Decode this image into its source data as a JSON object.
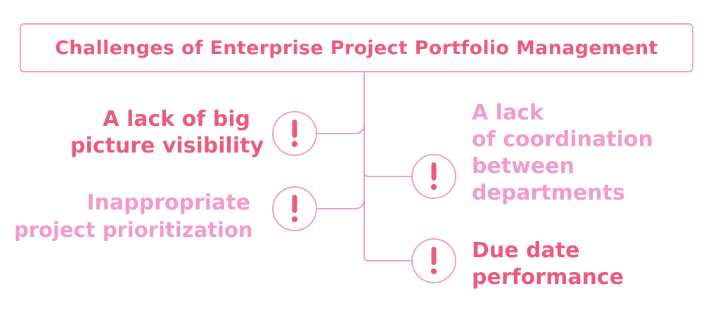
{
  "title": "Challenges of Enterprise Project Portfolio Management",
  "colors": {
    "accent_dark": "#eb5a7e",
    "accent_light": "#f29bcb",
    "line": "#f29bcb",
    "icon": "#eb5a7e"
  },
  "challenges": [
    {
      "lines": [
        "A lack of big",
        "picture visibility"
      ],
      "color": "#eb5a7e",
      "icon": "exclamation-icon"
    },
    {
      "lines": [
        "Inappropriate",
        "project prioritization"
      ],
      "color": "#f29bcb",
      "icon": "exclamation-icon"
    },
    {
      "lines": [
        "A lack",
        "of coordination",
        "between",
        "departments"
      ],
      "color": "#f29bcb",
      "icon": "exclamation-icon"
    },
    {
      "lines": [
        "Due date",
        "performance"
      ],
      "color": "#eb5a7e",
      "icon": "exclamation-icon"
    }
  ]
}
